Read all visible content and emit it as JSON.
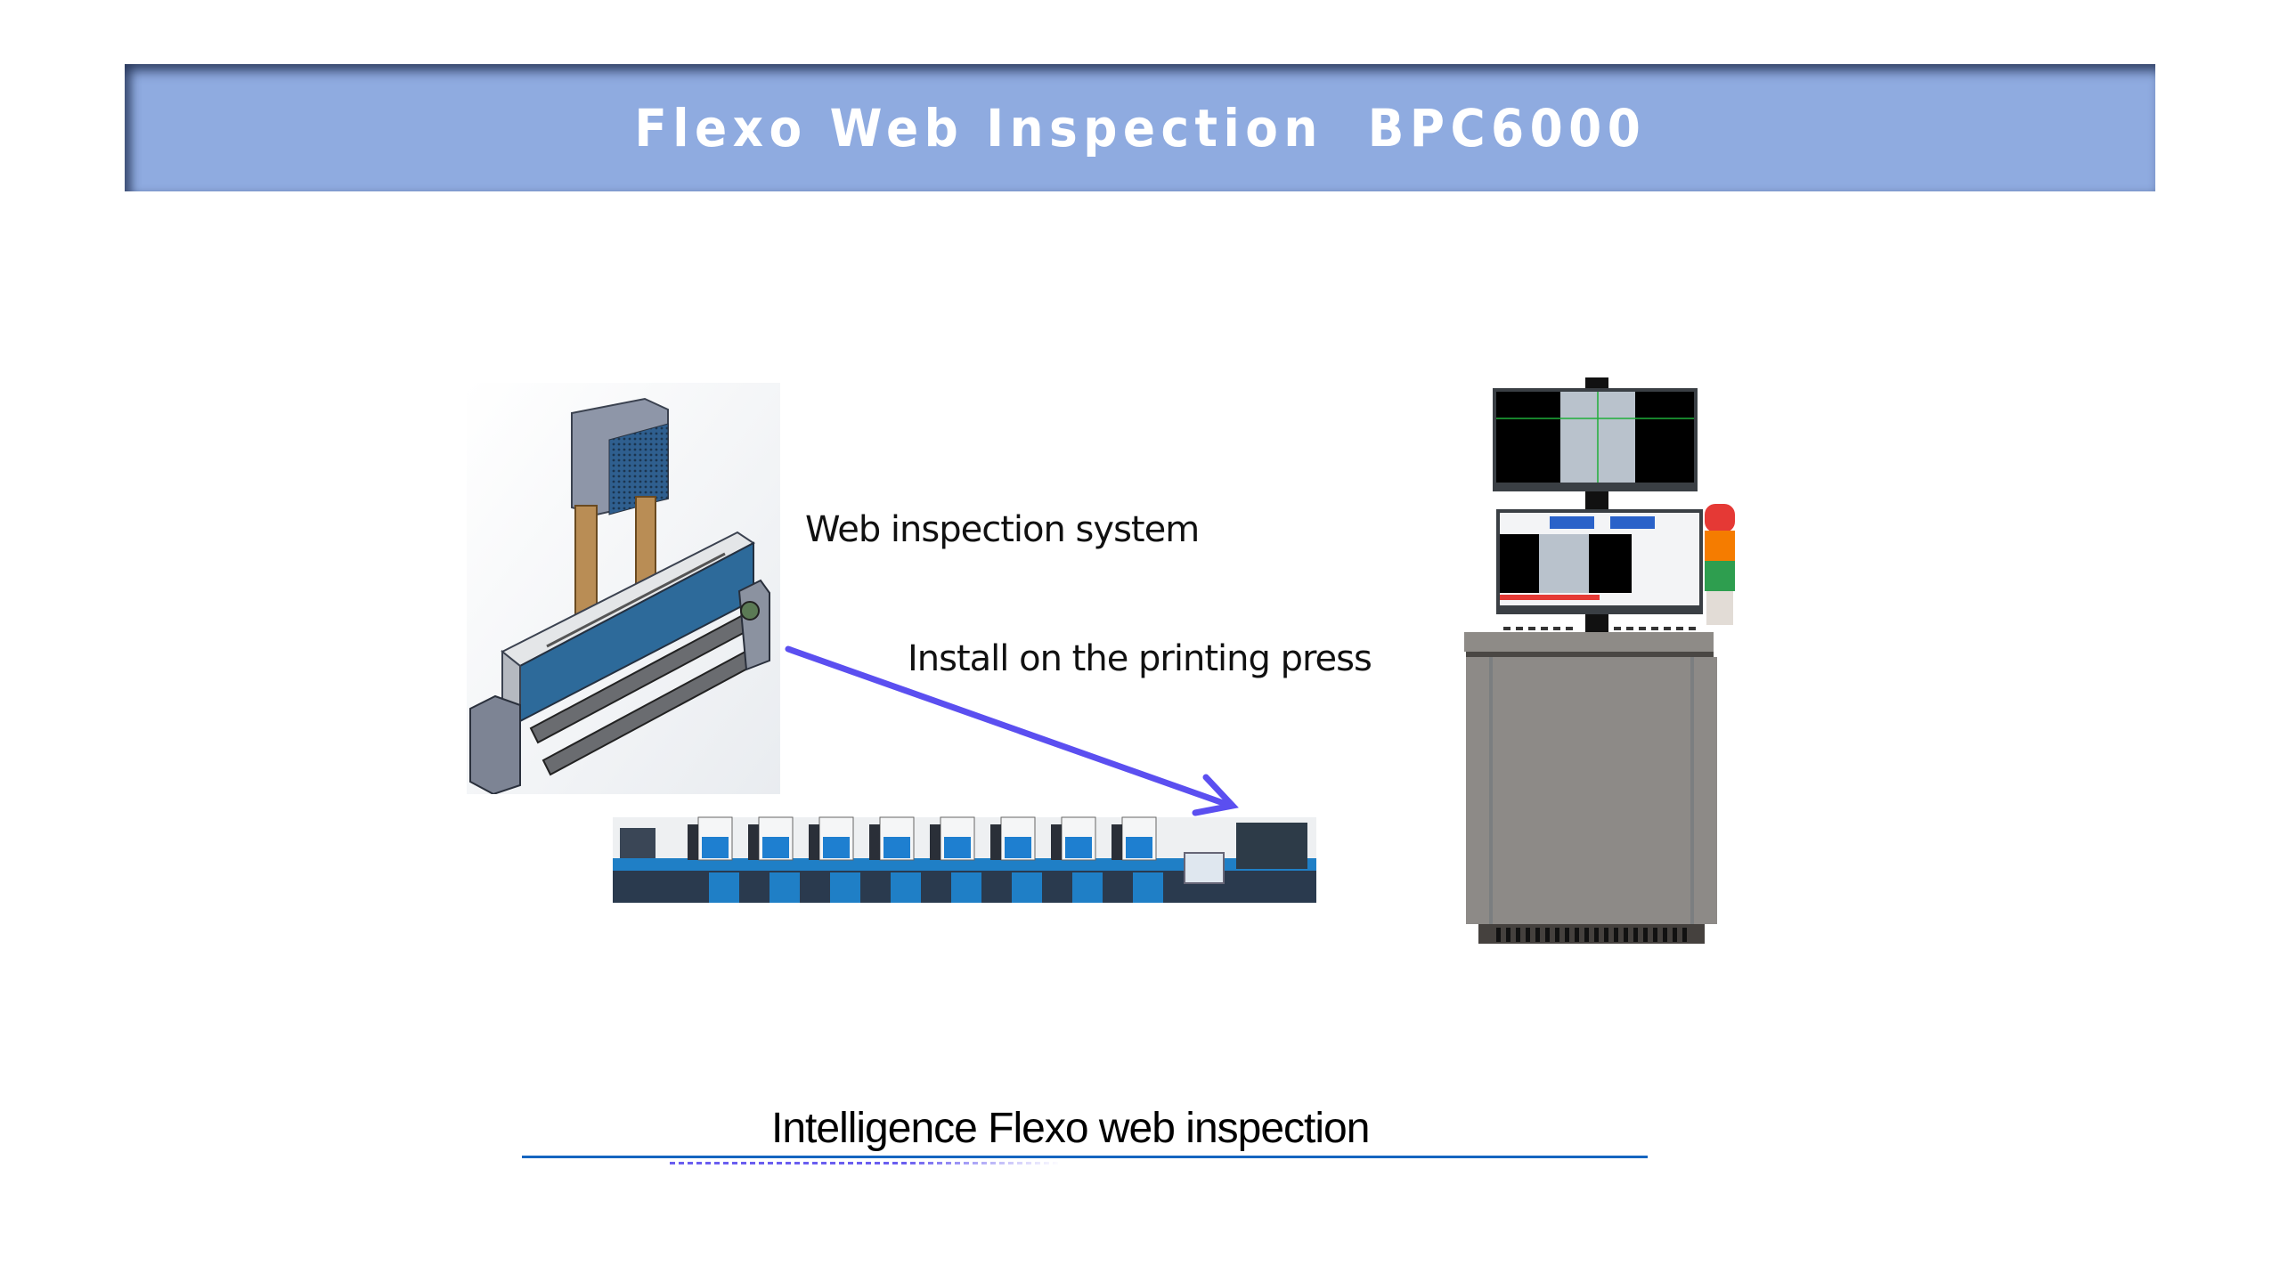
{
  "slide": {
    "title": "Flexo Web Inspection  BPC6000",
    "title_bar_color": "#8FABE0",
    "labels": {
      "web_inspection": "Web inspection system",
      "install": "Install on the printing press"
    },
    "caption": "Intelligence Flexo web inspection",
    "arrow_color": "#5B4FF0",
    "caption_line_color": "#1565C0",
    "illustrations": {
      "inspection_unit": "web-inspection-unit-cad-render",
      "printing_press": "flexo-printing-press-photo",
      "control_console": "inspection-control-console"
    },
    "stack_light_colors": [
      "#E53935",
      "#F57C00",
      "#2E9E4F"
    ]
  }
}
